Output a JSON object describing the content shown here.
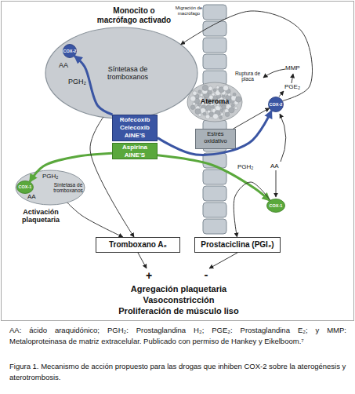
{
  "diagram": {
    "caption": "Figura 1. Mecanismo de acción propuesto para las drogas que inhiben COX-2 sobre la aterogénesis y aterotrombosis.",
    "nodes": [
      {
        "text": [
          "Monocito o macrófago activado",
          "AA",
          "PGH₂",
          "Síntetasa de tromboxanos"
        ]
      },
      {
        "text": [
          "COX-2"
        ],
        "in": 0
      },
      {
        "text": [
          "Ateroma"
        ]
      },
      {
        "text": [
          "Estrés oxidativo"
        ]
      },
      {
        "text": [
          "COX-2"
        ]
      },
      {
        "text": [
          "Rofecoxib Celecoxib AINE'S"
        ]
      },
      {
        "text": [
          "Aspirina AINE'S"
        ]
      },
      {
        "text": [
          "AA",
          "PGH₂",
          "Síntetasa de tromboxanos",
          "Activación plaquetaria"
        ]
      },
      {
        "text": [
          "COX-1"
        ],
        "in": 7
      },
      {
        "text": [
          "COX-1"
        ]
      },
      {
        "text": [
          "Tromboxano A₂"
        ]
      },
      {
        "text": [
          "Prostaciclina (PGI₂)"
        ]
      }
    ],
    "edges": [
      {
        "from": 5,
        "to": 1,
        "arrow": "to"
      },
      {
        "from": 5,
        "to": 4,
        "arrow": "to"
      },
      {
        "from": 6,
        "to": 8,
        "arrow": "to"
      },
      {
        "from": 6,
        "to": 9,
        "arrow": "to"
      },
      {
        "from": 4,
        "to": 0,
        "label": "Migración de macrófago",
        "arrow": "to"
      },
      {
        "from": 3,
        "to": 4,
        "arrow": "to"
      },
      {
        "from": 0,
        "to": 10,
        "arrow": "to"
      },
      {
        "from": 7,
        "to": 10,
        "arrow": "to"
      },
      {
        "from": 9,
        "to": 11,
        "arrow": "to"
      }
    ],
    "labels": [
      "MMP",
      "PGE₂",
      "Ruptura de placa",
      "AA",
      "PGH₂",
      "+",
      "-",
      "Agregación plaquetaria",
      "Vasoconstricción",
      "Proliferación de músculo liso",
      "AA: ácido araquidónico; PGH₂: Prostaglandina H₂; PGE₂: Prostaglandina E₂; y MMP: Metaloproteinasa de matriz extracelular. Publicado con permiso de Hankey y Eikelboom.⁷"
    ]
  }
}
